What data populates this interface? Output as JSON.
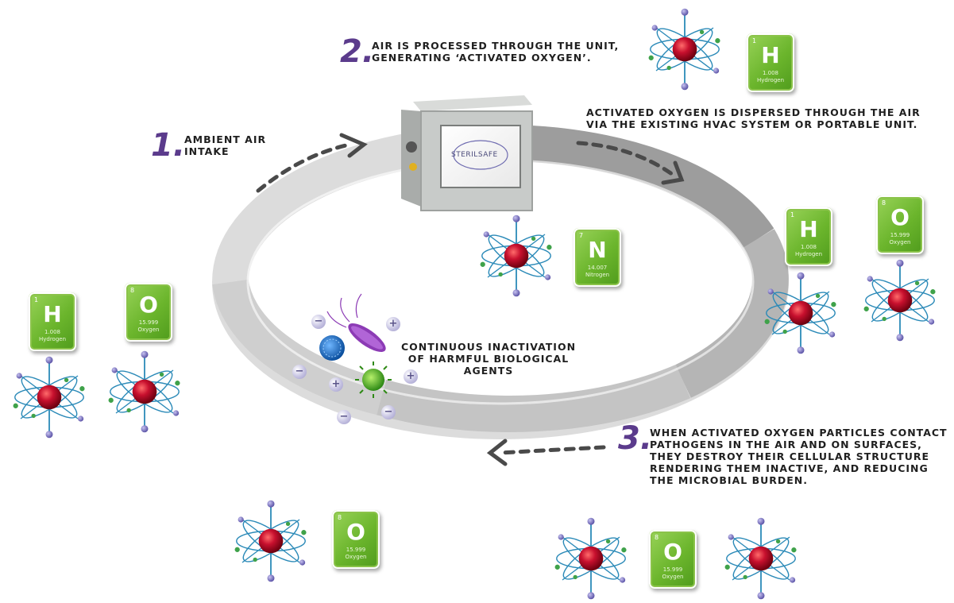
{
  "colors": {
    "step_number": "#5b3b8c",
    "element_tile": "#6bb52c",
    "atom_nucleus": "#c8102e",
    "cycle_ring": "#d3d3d3",
    "text": "#1f1f1f"
  },
  "steps": [
    {
      "number": "1.",
      "lines": [
        "AMBIENT AIR",
        "INTAKE"
      ]
    },
    {
      "number": "2.",
      "lines": [
        "AIR IS PROCESSED THROUGH THE UNIT,",
        "GENERATING ‘ACTIVATED OXYGEN’."
      ]
    },
    {
      "number": "3.",
      "lines": [
        "WHEN ACTIVATED OXYGEN PARTICLES CONTACT",
        "PATHOGENS IN THE AIR AND ON SURFACES,",
        "THEY DESTROY THEIR CELLULAR STRUCTURE",
        "RENDERING THEM INACTIVE, AND REDUCING",
        "THE MICROBIAL BURDEN."
      ]
    }
  ],
  "dispersal_text": [
    "ACTIVATED OXYGEN IS DISPERSED THROUGH THE AIR",
    "VIA THE EXISTING HVAC SYSTEM OR PORTABLE UNIT."
  ],
  "center_text": [
    "CONTINUOUS INACTIVATION",
    "OF HARMFUL BIOLOGICAL",
    "AGENTS"
  ],
  "device": {
    "logo": "STERILSAFE"
  },
  "elements": {
    "hydrogen": {
      "number": "1",
      "symbol": "H",
      "mass": "1.008",
      "name": "Hydrogen"
    },
    "oxygen": {
      "number": "8",
      "symbol": "O",
      "mass": "15.999",
      "name": "Oxygen"
    },
    "nitrogen": {
      "number": "7",
      "symbol": "N",
      "mass": "14.007",
      "name": "Nitrogen"
    }
  },
  "charge_signs": {
    "positive": "+",
    "negative": "−"
  }
}
